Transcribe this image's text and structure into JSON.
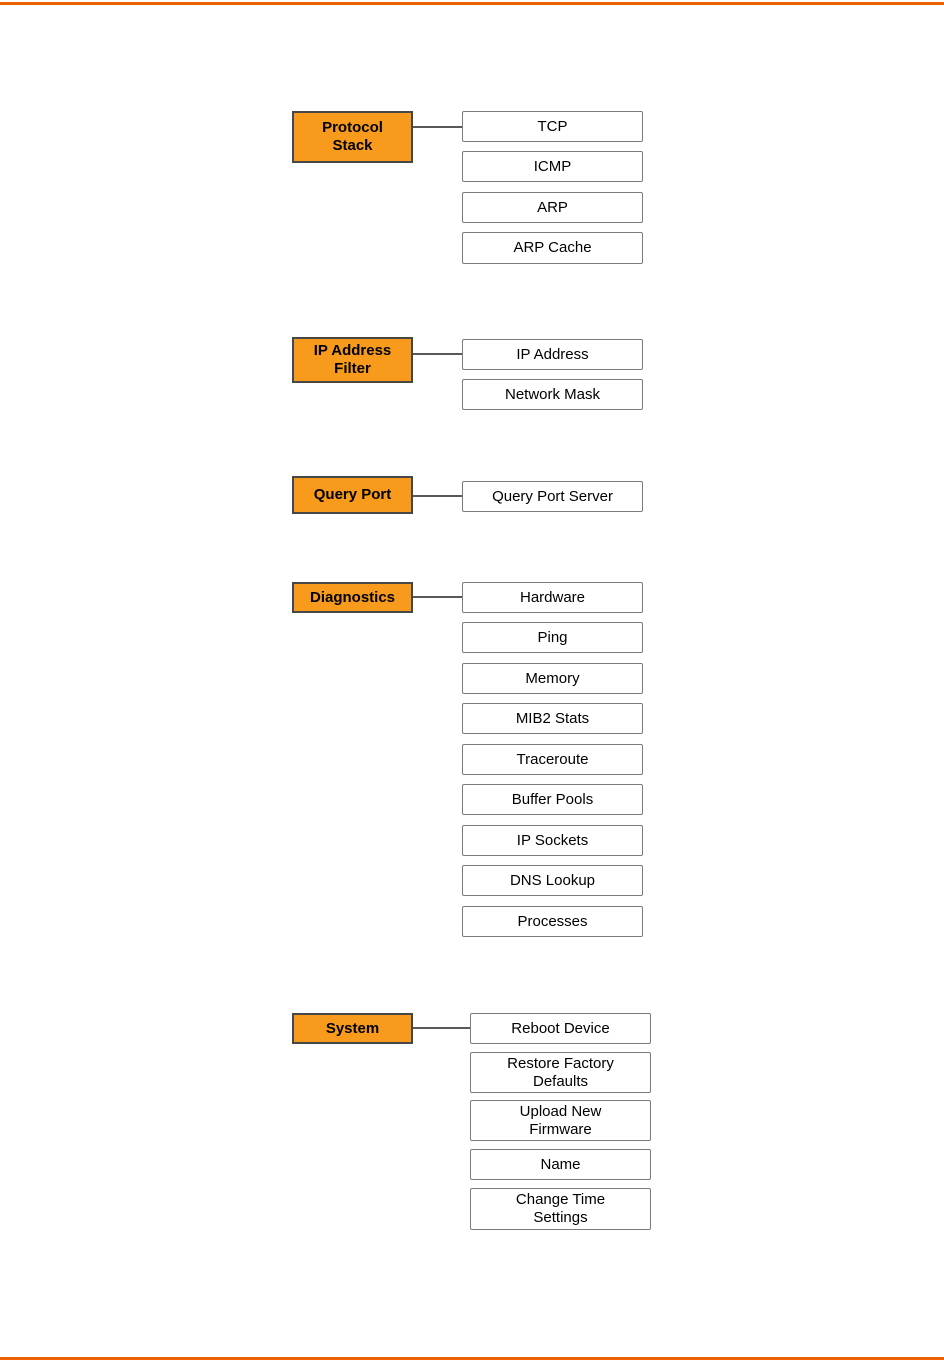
{
  "colors": {
    "parent_box_fill": "#f89b1c",
    "parent_box_border": "#474747",
    "child_box_border": "#7a7a7a",
    "connector_line": "#595959",
    "page_rule_orange": "#ee6100",
    "text": "#000000"
  },
  "diagram": {
    "groups": [
      {
        "parent": "Protocol Stack",
        "children": [
          "TCP",
          "ICMP",
          "ARP",
          "ARP Cache"
        ]
      },
      {
        "parent": "IP Address Filter",
        "children": [
          "IP Address",
          "Network Mask"
        ]
      },
      {
        "parent": "Query Port",
        "children": [
          "Query Port Server"
        ]
      },
      {
        "parent": "Diagnostics",
        "children": [
          "Hardware",
          "Ping",
          "Memory",
          "MIB2 Stats",
          "Traceroute",
          "Buffer Pools",
          "IP Sockets",
          "DNS Lookup",
          "Processes"
        ]
      },
      {
        "parent": "System",
        "children": [
          "Reboot Device",
          "Restore Factory Defaults",
          "Upload New Firmware",
          "Name",
          "Change Time Settings"
        ]
      }
    ]
  }
}
